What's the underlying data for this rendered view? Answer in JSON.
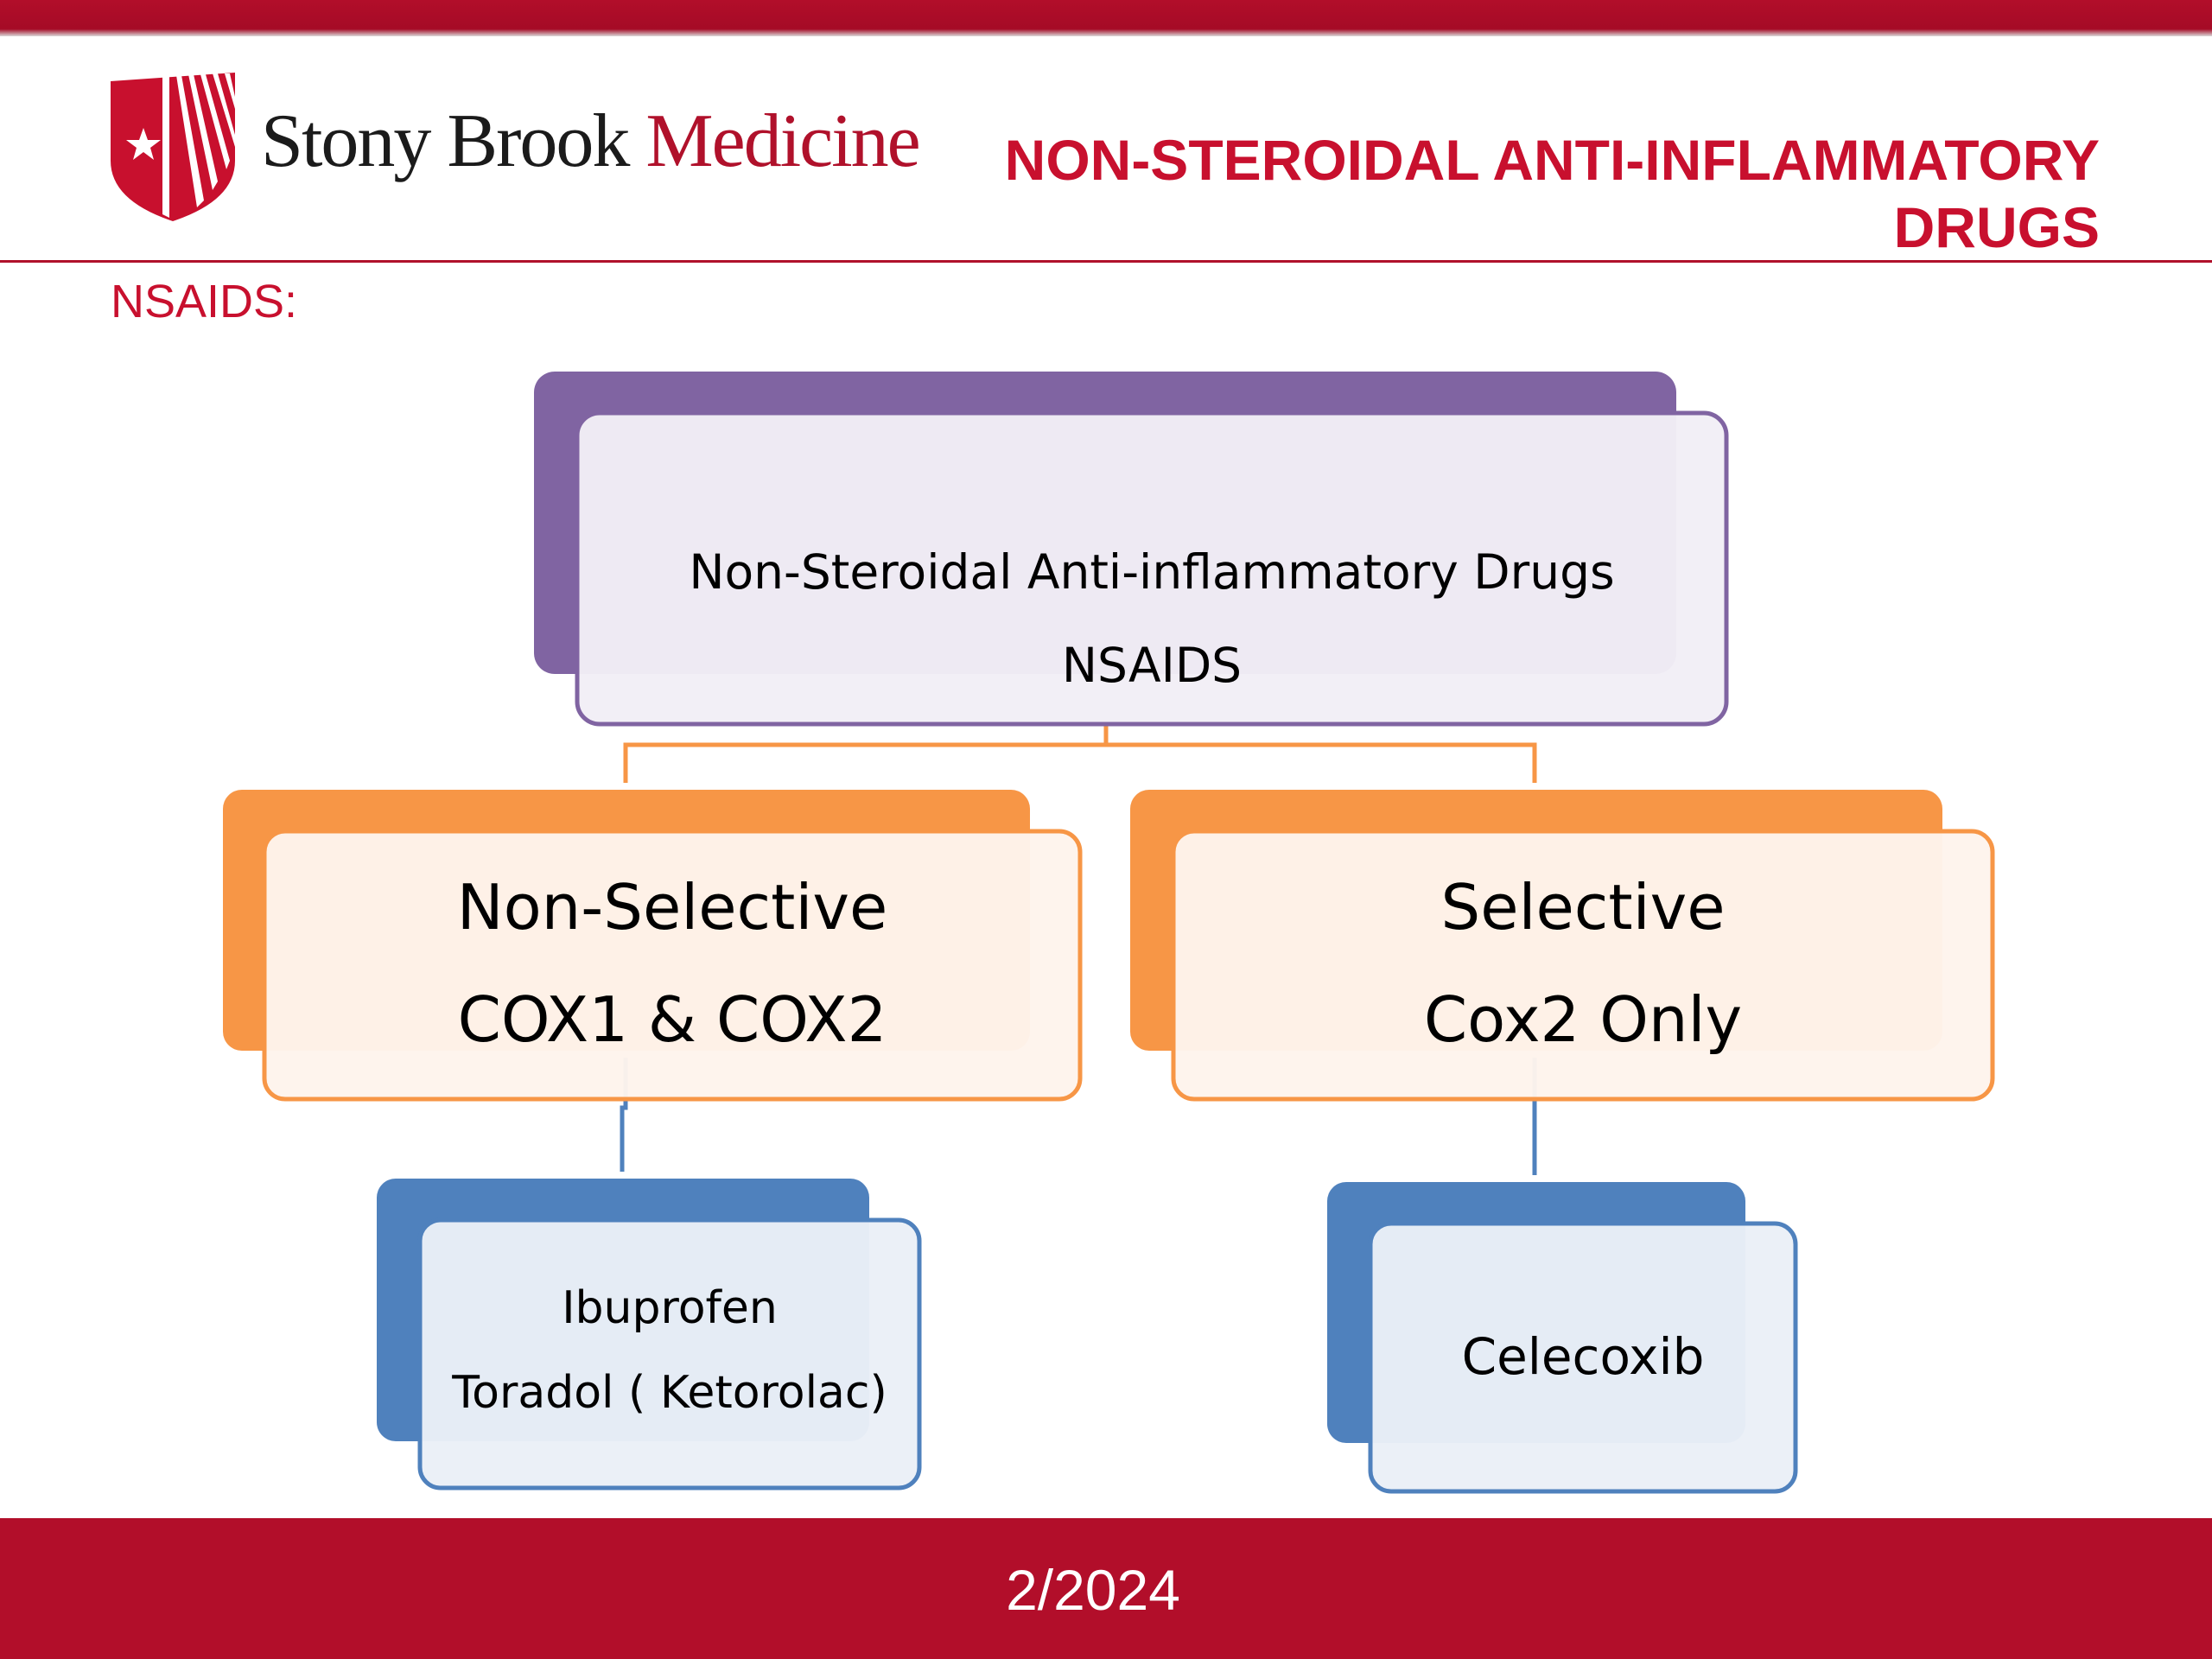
{
  "header": {
    "logo_text_1": "Stony Brook",
    "logo_text_2": "Medicine",
    "title_line_1": "NON-STEROIDAL ANTI-INFLAMMATORY",
    "title_line_2": "DRUGS"
  },
  "subtitle": "NSAIDS:",
  "diagram": {
    "root": {
      "line_1": "Non-Steroidal Anti-inflammatory Drugs",
      "line_2": "NSAIDS"
    },
    "left": {
      "line_1": "Non-Selective",
      "line_2": "COX1 & COX2"
    },
    "right": {
      "line_1": "Selective",
      "line_2": "Cox2 Only"
    },
    "left_child": {
      "line_1": "Ibuprofen",
      "line_2": "Toradol ( Ketorolac)"
    },
    "right_child": {
      "line_1": "Celecoxib"
    }
  },
  "footer": {
    "date": "2/2024"
  },
  "colors": {
    "brand_red": "#b20e2a",
    "purple": "#8064a2",
    "orange": "#f79646",
    "blue": "#4f81bd"
  }
}
